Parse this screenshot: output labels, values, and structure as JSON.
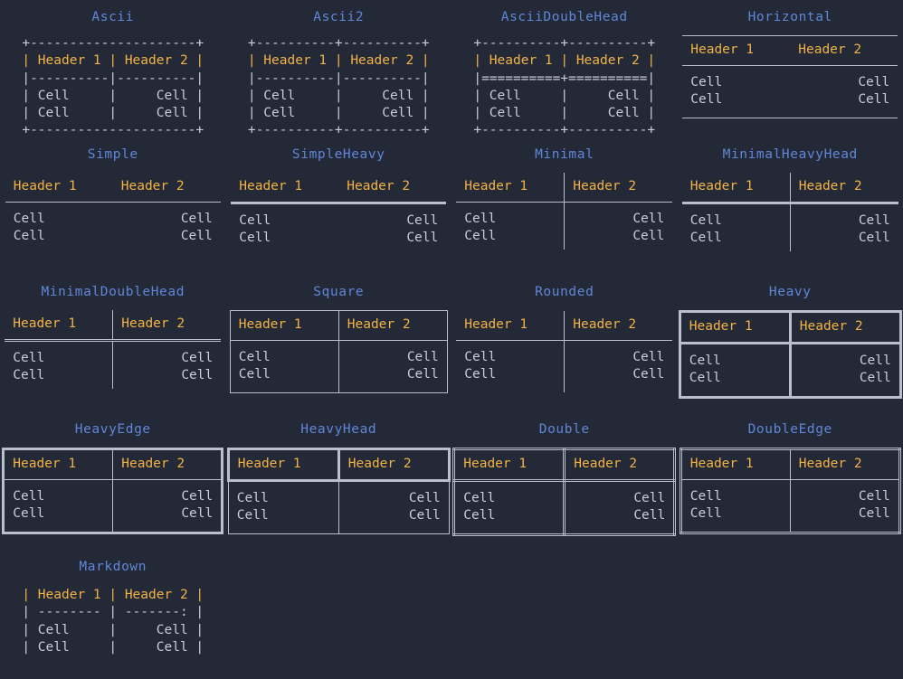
{
  "theme": {
    "background": "#242938",
    "title_color": "#5f87d7",
    "header_color": "#f2b344",
    "cell_color": "#c8cdd8",
    "border_color": "#b9bfcc"
  },
  "table_content": {
    "headers": [
      "Header 1",
      "Header 2"
    ],
    "rows": [
      [
        "Cell",
        "Cell"
      ],
      [
        "Cell",
        "Cell"
      ]
    ],
    "column_alignment": [
      "left",
      "right"
    ]
  },
  "tables": [
    {
      "id": "ascii",
      "title": "Ascii",
      "render": "ascii-art",
      "lines": [
        "+---------------------+",
        "| Header 1 | Header 2 |",
        "|----------|----------|",
        "| Cell     |     Cell |",
        "| Cell     |     Cell |",
        "+---------------------+"
      ]
    },
    {
      "id": "ascii2",
      "title": "Ascii2",
      "render": "ascii-art",
      "lines": [
        "+----------+----------+",
        "| Header 1 | Header 2 |",
        "|----------|----------|",
        "| Cell     |     Cell |",
        "| Cell     |     Cell |",
        "+----------+----------+"
      ]
    },
    {
      "id": "asciidoublehead",
      "title": "AsciiDoubleHead",
      "render": "ascii-art",
      "lines": [
        "+----------+----------+",
        "| Header 1 | Header 2 |",
        "|==========+==========|",
        "| Cell     |     Cell |",
        "| Cell     |     Cell |",
        "+----------+----------+"
      ]
    },
    {
      "id": "horizontal",
      "title": "Horizontal",
      "render": "box"
    },
    {
      "id": "simple",
      "title": "Simple",
      "render": "box"
    },
    {
      "id": "simpleheavy",
      "title": "SimpleHeavy",
      "render": "box"
    },
    {
      "id": "minimal",
      "title": "Minimal",
      "render": "box"
    },
    {
      "id": "minimalheavyhead",
      "title": "MinimalHeavyHead",
      "render": "box"
    },
    {
      "id": "minimaldoublehead",
      "title": "MinimalDoubleHead",
      "render": "box"
    },
    {
      "id": "square",
      "title": "Square",
      "render": "box"
    },
    {
      "id": "rounded",
      "title": "Rounded",
      "render": "box"
    },
    {
      "id": "heavy",
      "title": "Heavy",
      "render": "box"
    },
    {
      "id": "heavyedge",
      "title": "HeavyEdge",
      "render": "box"
    },
    {
      "id": "heavyhead",
      "title": "HeavyHead",
      "render": "box"
    },
    {
      "id": "double",
      "title": "Double",
      "render": "box"
    },
    {
      "id": "doubleedge",
      "title": "DoubleEdge",
      "render": "box"
    },
    {
      "id": "markdown",
      "title": "Markdown",
      "render": "ascii-art",
      "lines": [
        "| Header 1 | Header 2 |",
        "| -------- | -------: |",
        "| Cell     |     Cell |",
        "| Cell     |     Cell |"
      ]
    }
  ]
}
